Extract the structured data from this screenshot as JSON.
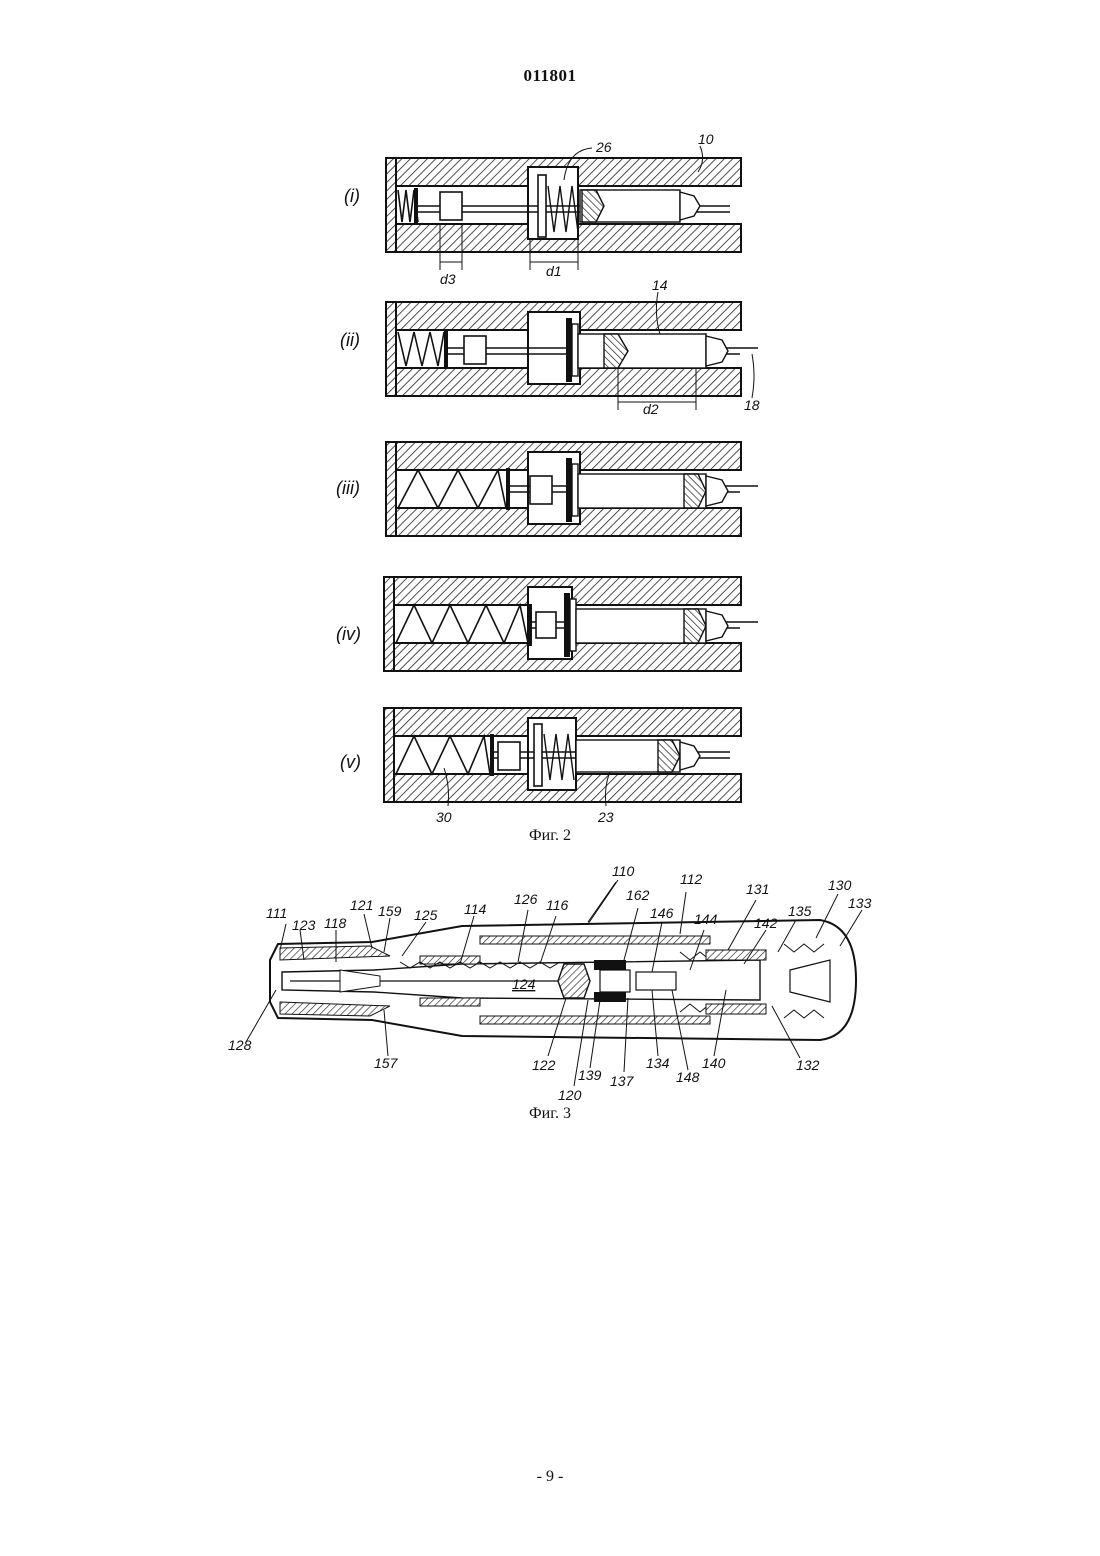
{
  "header": {
    "doc_number": "011801"
  },
  "figure2": {
    "caption": "Фиг. 2",
    "stages": [
      {
        "label": "(i)",
        "refs": [
          "26",
          "10"
        ],
        "dims": [
          "d3",
          "d1"
        ]
      },
      {
        "label": "(ii)",
        "refs": [
          "14",
          "18"
        ],
        "dims": [
          "d2"
        ]
      },
      {
        "label": "(iii)",
        "refs": [],
        "dims": []
      },
      {
        "label": "(iv)",
        "refs": [],
        "dims": []
      },
      {
        "label": "(v)",
        "refs": [
          "30",
          "23"
        ],
        "dims": []
      }
    ]
  },
  "figure3": {
    "caption": "Фиг. 3",
    "refs_top": [
      "111",
      "123",
      "118",
      "121",
      "159",
      "125",
      "114",
      "126",
      "116",
      "110",
      "162",
      "112",
      "146",
      "144",
      "131",
      "142",
      "135",
      "130",
      "133"
    ],
    "refs_bottom": [
      "128",
      "157",
      "124",
      "122",
      "120",
      "139",
      "137",
      "134",
      "148",
      "140",
      "132"
    ]
  },
  "footer": {
    "page_number": "- 9 -"
  }
}
